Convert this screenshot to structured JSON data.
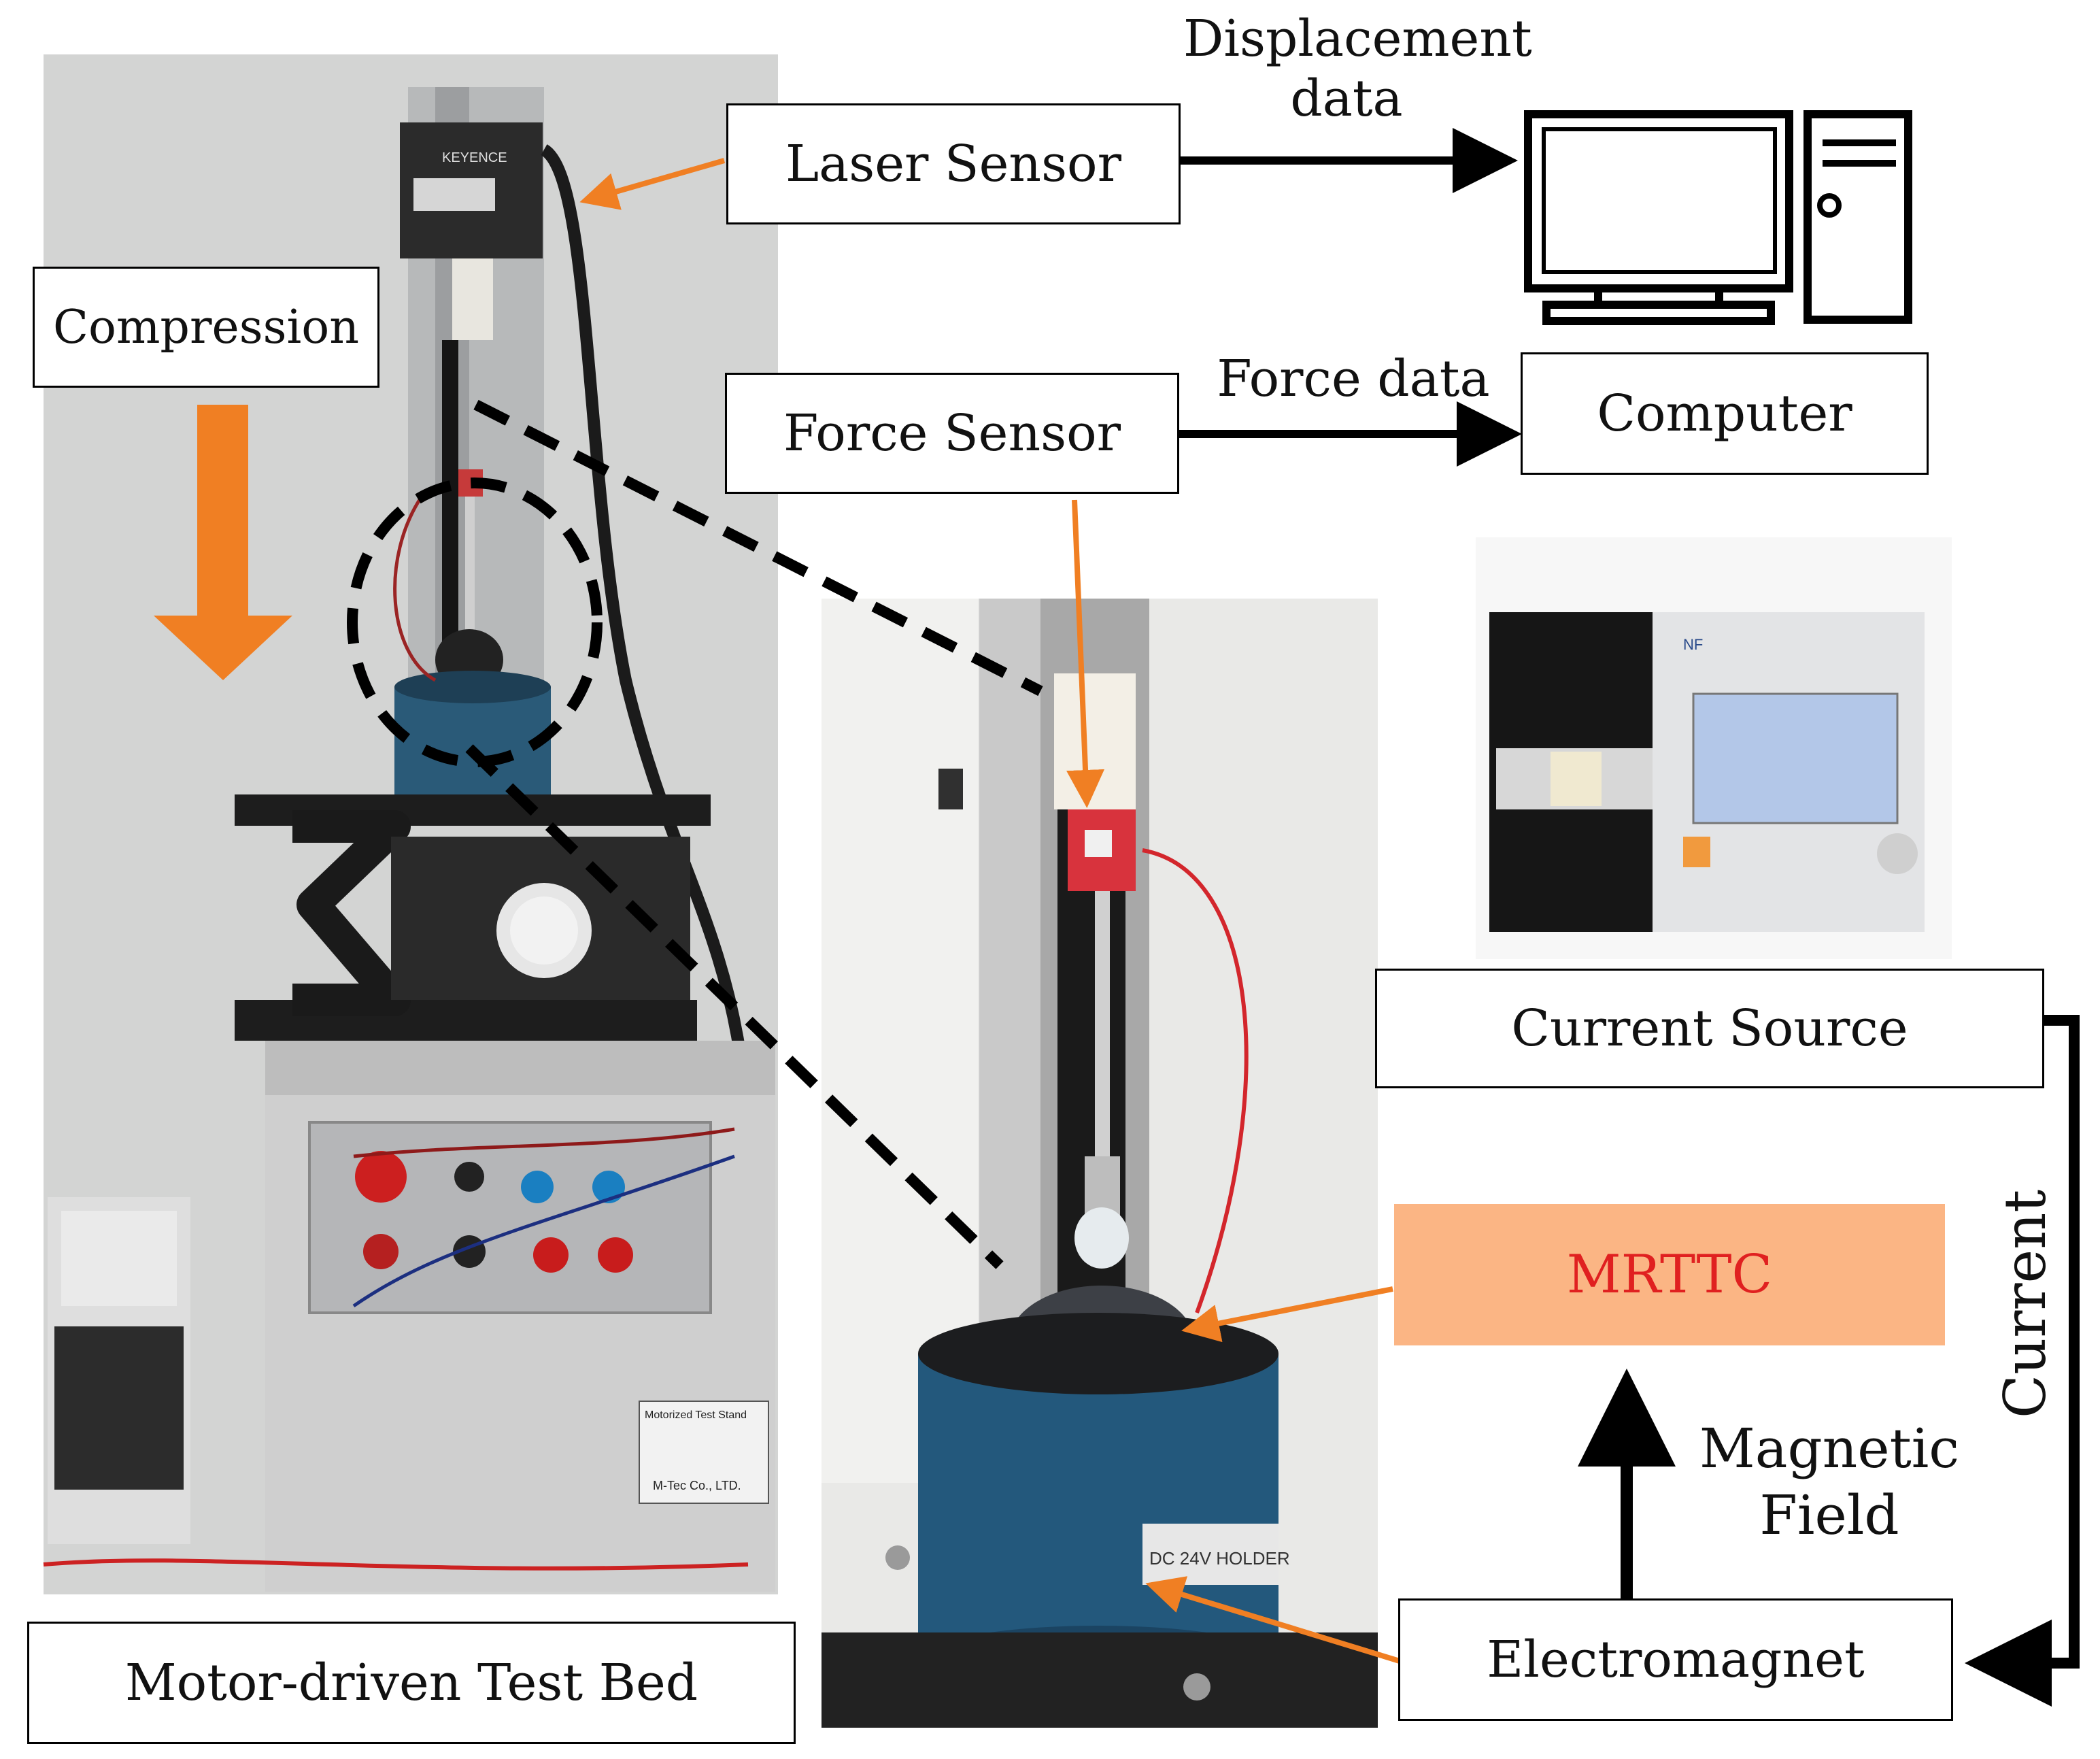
{
  "labels": {
    "laser_sensor": "Laser Sensor",
    "compression": "Compression",
    "force_sensor": "Force Sensor",
    "computer": "Computer",
    "current_source": "Current Source",
    "mrttc": "MRTTC",
    "electromagnet": "Electromagnet",
    "test_bed": "Motor-driven  Test Bed"
  },
  "flows": {
    "displacement_line1": "Displacement",
    "displacement_line2": "data",
    "force_data": "Force data",
    "current": "Current",
    "magnetic_line1": "Magnetic",
    "magnetic_line2": "Field"
  },
  "colors": {
    "orange_arrow": "#f07f23",
    "mrttc_fill": "#fbb584",
    "mrttc_text": "#e02020",
    "sensor_red": "#d8333d",
    "magnet_blue": "#23587c",
    "panel_black": "#161616"
  },
  "photo_text": {
    "keyence_logo": "KEYENCE",
    "stand_plate": "Motorized Test Stand",
    "stand_brand": "M-Tec Co., LTD.",
    "magnet_label": "DC 24V HOLDER",
    "psu_brand": "NF"
  }
}
